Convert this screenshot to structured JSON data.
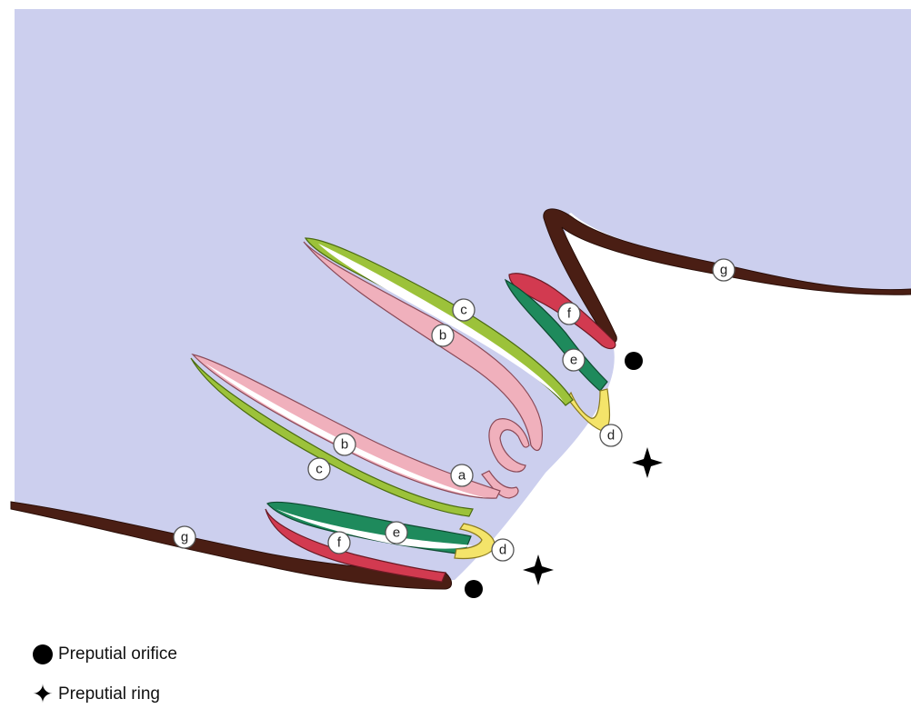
{
  "labels": {
    "a": "a",
    "b": "b",
    "c": "c",
    "d": "d",
    "e": "e",
    "f": "f",
    "g": "g"
  },
  "legend": {
    "orifice_label": "Preputial orifice",
    "ring_label": "Preputial ring"
  },
  "colors": {
    "background_tissue": "#cccfee",
    "skin_outer": "#4a1e14",
    "layer_pink": "#f0b0bc",
    "layer_green_light": "#9cc23a",
    "layer_green_dark": "#1e8a5c",
    "layer_red": "#d23a50",
    "layer_yellow": "#f4e46a",
    "lumen": "#ffffff",
    "marker": "#000000"
  }
}
